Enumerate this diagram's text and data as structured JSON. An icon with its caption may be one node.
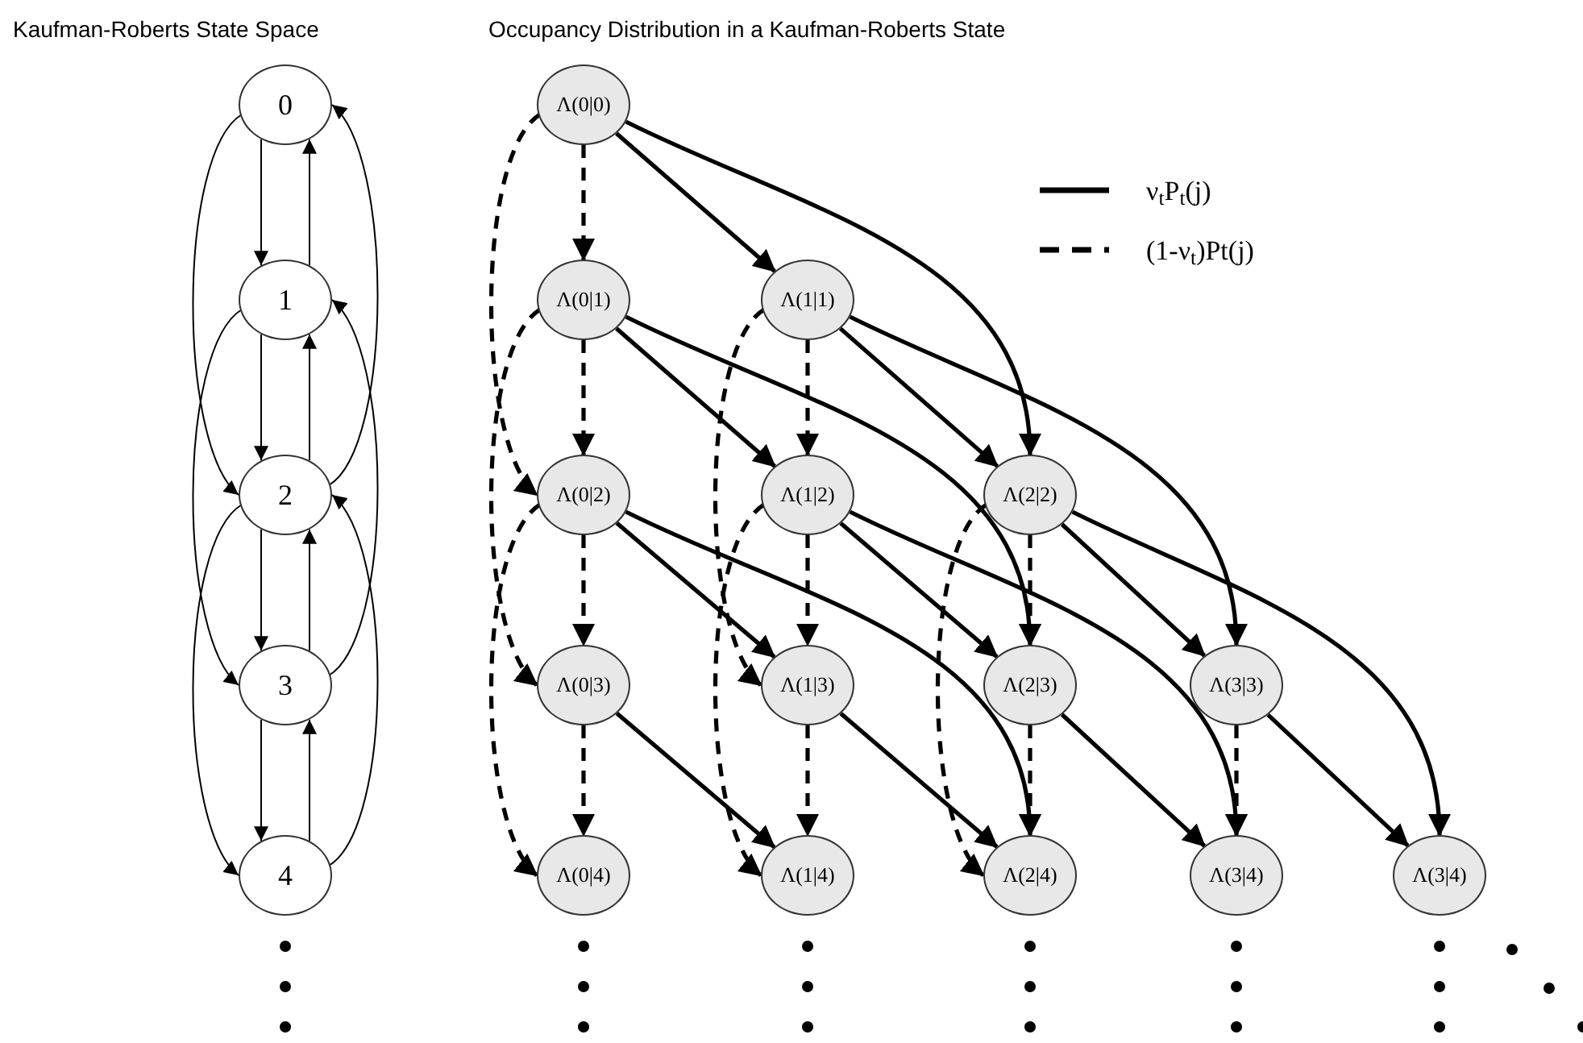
{
  "diagram": {
    "nodes": [
      {
        "text": [
          "0"
        ]
      },
      {
        "text": [
          "1"
        ]
      },
      {
        "text": [
          "2"
        ]
      },
      {
        "text": [
          "3"
        ]
      },
      {
        "text": [
          "4"
        ]
      },
      {
        "text": [
          "Λ(0|0)"
        ]
      },
      {
        "text": [
          "Λ(0|1)"
        ]
      },
      {
        "text": [
          "Λ(1|1)"
        ]
      },
      {
        "text": [
          "Λ(0|2)"
        ]
      },
      {
        "text": [
          "Λ(1|2)"
        ]
      },
      {
        "text": [
          "Λ(2|2)"
        ]
      },
      {
        "text": [
          "Λ(0|3)"
        ]
      },
      {
        "text": [
          "Λ(1|3)"
        ]
      },
      {
        "text": [
          "Λ(2|3)"
        ]
      },
      {
        "text": [
          "Λ(3|3)"
        ]
      },
      {
        "text": [
          "Λ(0|4)"
        ]
      },
      {
        "text": [
          "Λ(1|4)"
        ]
      },
      {
        "text": [
          "Λ(2|4)"
        ]
      },
      {
        "text": [
          "Λ(3|4)"
        ]
      },
      {
        "text": [
          "Λ(3|4)"
        ]
      }
    ],
    "edges": [
      {
        "from": 0,
        "to": 1,
        "arrow": "to"
      },
      {
        "from": 1,
        "to": 2,
        "arrow": "to"
      },
      {
        "from": 2,
        "to": 3,
        "arrow": "to"
      },
      {
        "from": 3,
        "to": 4,
        "arrow": "to"
      },
      {
        "from": 1,
        "to": 0,
        "arrow": "to"
      },
      {
        "from": 2,
        "to": 1,
        "arrow": "to"
      },
      {
        "from": 3,
        "to": 2,
        "arrow": "to"
      },
      {
        "from": 4,
        "to": 3,
        "arrow": "to"
      },
      {
        "from": 0,
        "to": 2,
        "arrow": "to"
      },
      {
        "from": 1,
        "to": 3,
        "arrow": "to"
      },
      {
        "from": 2,
        "to": 4,
        "arrow": "to"
      },
      {
        "from": 2,
        "to": 0,
        "arrow": "to"
      },
      {
        "from": 3,
        "to": 1,
        "arrow": "to"
      },
      {
        "from": 4,
        "to": 2,
        "arrow": "to"
      },
      {
        "from": 5,
        "to": 7,
        "arrow": "to"
      },
      {
        "from": 5,
        "to": 10,
        "arrow": "to"
      },
      {
        "from": 6,
        "to": 9,
        "arrow": "to"
      },
      {
        "from": 6,
        "to": 13,
        "arrow": "to"
      },
      {
        "from": 7,
        "to": 10,
        "arrow": "to"
      },
      {
        "from": 7,
        "to": 14,
        "arrow": "to"
      },
      {
        "from": 8,
        "to": 12,
        "arrow": "to"
      },
      {
        "from": 8,
        "to": 17,
        "arrow": "to"
      },
      {
        "from": 9,
        "to": 13,
        "arrow": "to"
      },
      {
        "from": 9,
        "to": 18,
        "arrow": "to"
      },
      {
        "from": 10,
        "to": 14,
        "arrow": "to"
      },
      {
        "from": 10,
        "to": 19,
        "arrow": "to"
      },
      {
        "from": 11,
        "to": 16,
        "arrow": "to"
      },
      {
        "from": 12,
        "to": 17,
        "arrow": "to"
      },
      {
        "from": 13,
        "to": 18,
        "arrow": "to"
      },
      {
        "from": 14,
        "to": 19,
        "arrow": "to"
      },
      {
        "from": 5,
        "to": 6,
        "arrow": "to",
        "style": "dashed"
      },
      {
        "from": 6,
        "to": 8,
        "arrow": "to",
        "style": "dashed"
      },
      {
        "from": 8,
        "to": 11,
        "arrow": "to",
        "style": "dashed"
      },
      {
        "from": 11,
        "to": 15,
        "arrow": "to",
        "style": "dashed"
      },
      {
        "from": 7,
        "to": 9,
        "arrow": "to",
        "style": "dashed"
      },
      {
        "from": 9,
        "to": 12,
        "arrow": "to",
        "style": "dashed"
      },
      {
        "from": 12,
        "to": 16,
        "arrow": "to",
        "style": "dashed"
      },
      {
        "from": 10,
        "to": 13,
        "arrow": "to",
        "style": "dashed"
      },
      {
        "from": 13,
        "to": 17,
        "arrow": "to",
        "style": "dashed"
      },
      {
        "from": 14,
        "to": 18,
        "arrow": "to",
        "style": "dashed"
      },
      {
        "from": 5,
        "to": 8,
        "arrow": "to",
        "style": "dashed"
      },
      {
        "from": 6,
        "to": 11,
        "arrow": "to",
        "style": "dashed"
      },
      {
        "from": 8,
        "to": 15,
        "arrow": "to",
        "style": "dashed"
      },
      {
        "from": 7,
        "to": 12,
        "arrow": "to",
        "style": "dashed"
      },
      {
        "from": 9,
        "to": 16,
        "arrow": "to",
        "style": "dashed"
      },
      {
        "from": 10,
        "to": 17,
        "arrow": "to",
        "style": "dashed"
      }
    ],
    "labels": [
      "Kaufman-Roberts State Space",
      "Occupancy Distribution in a Kaufman-Roberts State"
    ],
    "legend": [
      {
        "text": "ν$_{t}$P$_{t}$(j)"
      },
      {
        "text": "(1-ν$_{t}$)Pt(j)"
      }
    ]
  }
}
